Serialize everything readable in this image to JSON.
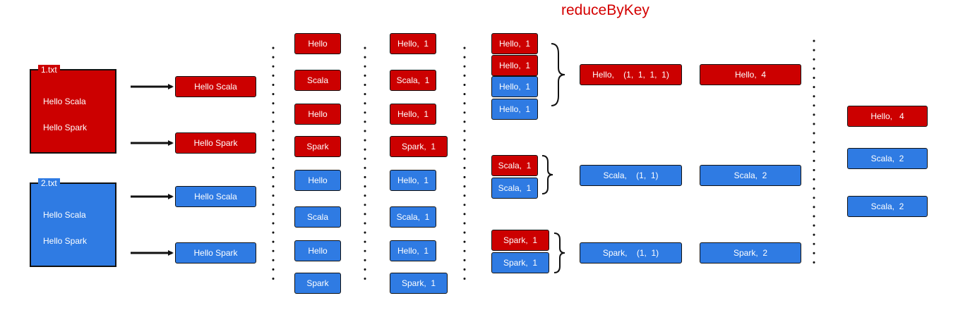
{
  "title": "reduceByKey",
  "colors": {
    "red": "#cc0000",
    "blue": "#2f7be3",
    "title_red": "#d40000"
  },
  "files": [
    {
      "name": "1.txt",
      "lines": [
        "Hello Scala",
        "Hello Spark"
      ],
      "color": "red"
    },
    {
      "name": "2.txt",
      "lines": [
        "Hello Scala",
        "Hello Spark"
      ],
      "color": "blue"
    }
  ],
  "lines_stage": [
    {
      "text": "Hello Scala",
      "color": "red"
    },
    {
      "text": "Hello Spark",
      "color": "red"
    },
    {
      "text": "Hello Scala",
      "color": "blue"
    },
    {
      "text": "Hello Spark",
      "color": "blue"
    }
  ],
  "words_stage": [
    {
      "text": "Hello",
      "color": "red"
    },
    {
      "text": "Scala",
      "color": "red"
    },
    {
      "text": "Hello",
      "color": "red"
    },
    {
      "text": "Spark",
      "color": "red"
    },
    {
      "text": "Hello",
      "color": "blue"
    },
    {
      "text": "Scala",
      "color": "blue"
    },
    {
      "text": "Hello",
      "color": "blue"
    },
    {
      "text": "Spark",
      "color": "blue"
    }
  ],
  "pairs_stage": [
    {
      "text": "Hello,  1",
      "color": "red"
    },
    {
      "text": "Scala,  1",
      "color": "red"
    },
    {
      "text": "Hello,  1",
      "color": "red"
    },
    {
      "text": "Spark,  1",
      "color": "red"
    },
    {
      "text": "Hello,  1",
      "color": "blue"
    },
    {
      "text": "Scala,  1",
      "color": "blue"
    },
    {
      "text": "Hello,  1",
      "color": "blue"
    },
    {
      "text": "Spark,  1",
      "color": "blue"
    }
  ],
  "grouped_stage": [
    {
      "text": "Hello,  1",
      "color": "red"
    },
    {
      "text": "Hello,  1",
      "color": "red"
    },
    {
      "text": "Hello,  1",
      "color": "blue"
    },
    {
      "text": "Hello,  1",
      "color": "blue"
    },
    {
      "text": "Scala,  1",
      "color": "red"
    },
    {
      "text": "Scala,  1",
      "color": "blue"
    },
    {
      "text": "Spark,  1",
      "color": "red"
    },
    {
      "text": "Spark,  1",
      "color": "blue"
    }
  ],
  "collected_stage": [
    {
      "text": "Hello,    (1,  1,  1,  1)",
      "color": "red"
    },
    {
      "text": "Scala,    (1,  1)",
      "color": "blue"
    },
    {
      "text": "Spark,    (1,  1)",
      "color": "blue"
    }
  ],
  "reduced_stage": [
    {
      "text": "Hello,  4",
      "color": "red"
    },
    {
      "text": "Scala,  2",
      "color": "blue"
    },
    {
      "text": "Spark,  2",
      "color": "blue"
    }
  ],
  "output_stage": [
    {
      "text": "Hello,   4",
      "color": "red"
    },
    {
      "text": "Scala,  2",
      "color": "blue"
    },
    {
      "text": "Scala,  2",
      "color": "blue"
    }
  ]
}
